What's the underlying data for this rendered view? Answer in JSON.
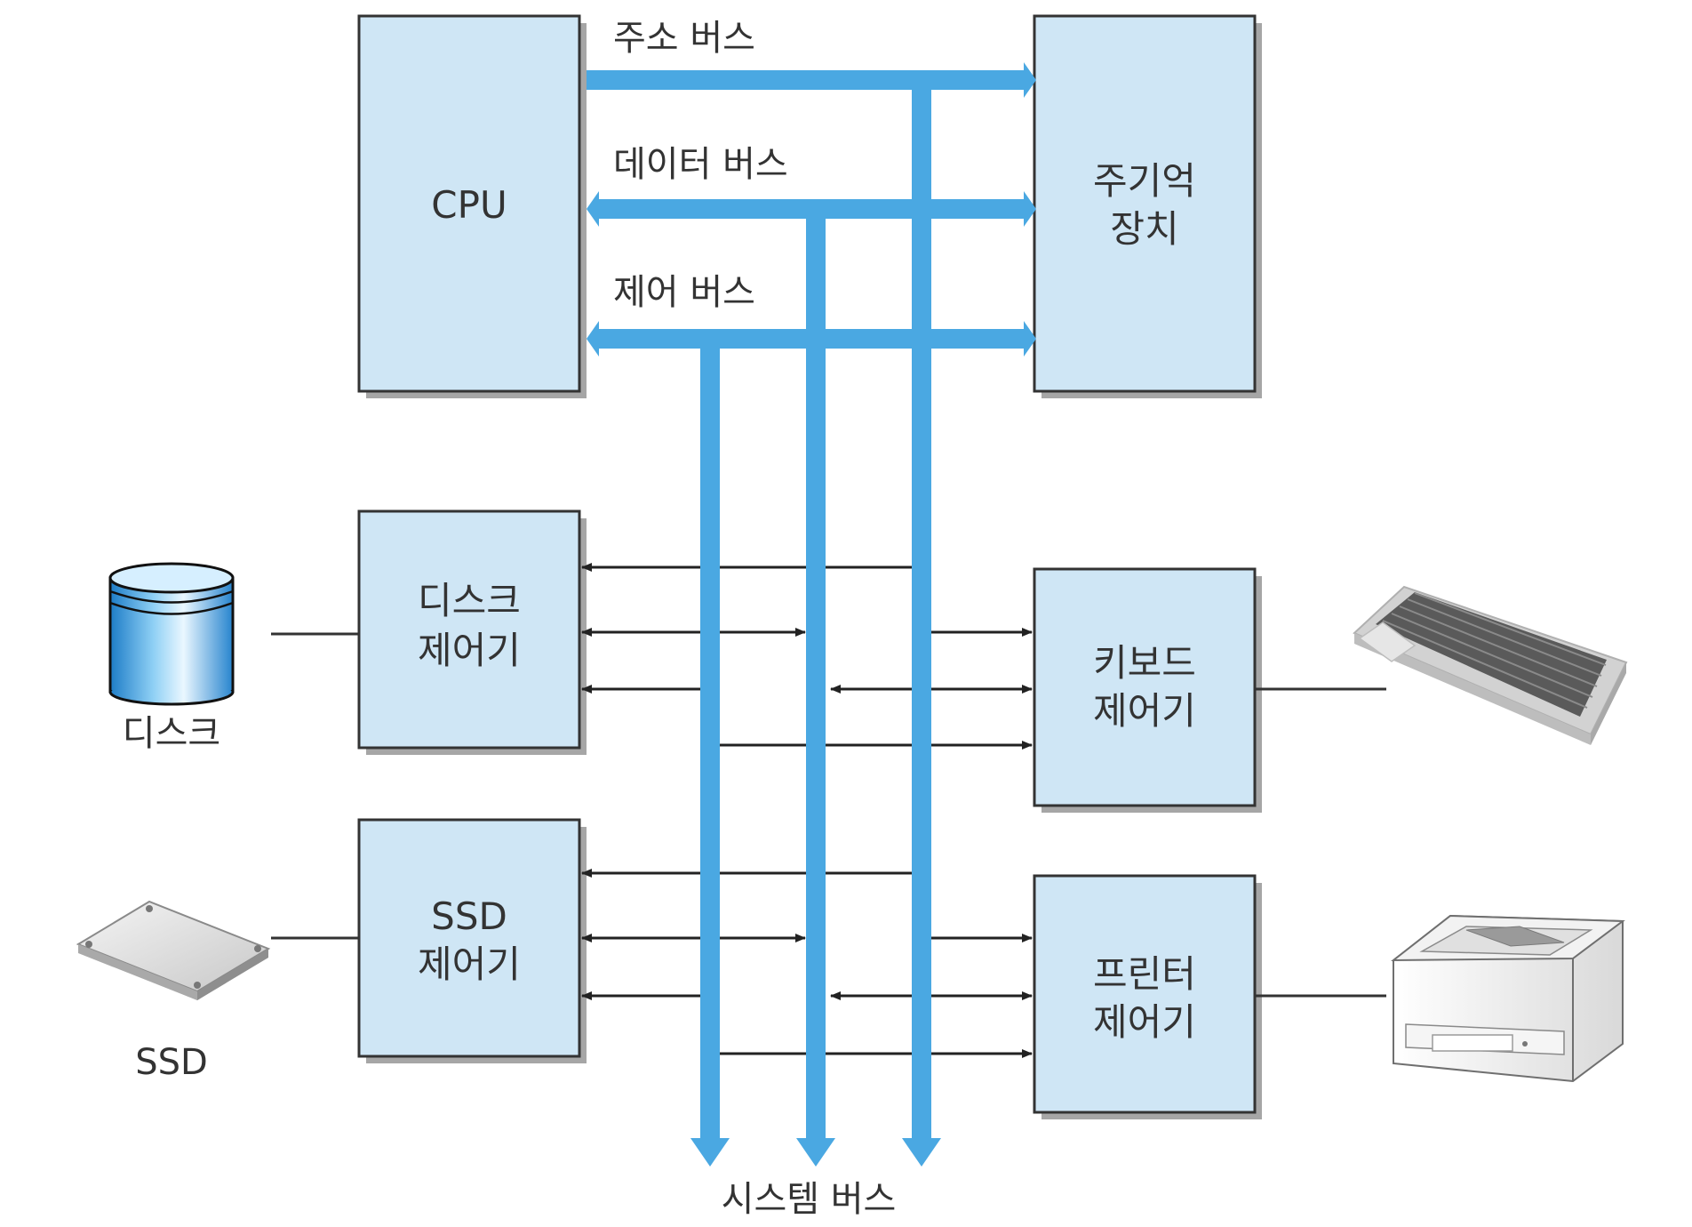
{
  "colors": {
    "bus": "#4aa8e2",
    "box_fill": "#cfe6f5",
    "box_stroke": "#333333",
    "shadow": "#a6a6a6",
    "line": "#222222",
    "text": "#333333"
  },
  "buses": {
    "address": "주소 버스",
    "data": "데이터 버스",
    "control": "제어 버스",
    "system": "시스템 버스"
  },
  "nodes": {
    "cpu": "CPU",
    "memory": [
      "주기억",
      "장치"
    ],
    "disk_controller": [
      "디스크",
      "제어기"
    ],
    "ssd_controller": [
      "SSD",
      "제어기"
    ],
    "keyboard_controller": [
      "키보드",
      "제어기"
    ],
    "printer_controller": [
      "프린터",
      "제어기"
    ]
  },
  "devices": {
    "disk": "디스크",
    "ssd": "SSD",
    "keyboard": "keyboard-icon",
    "printer": "printer-icon"
  }
}
